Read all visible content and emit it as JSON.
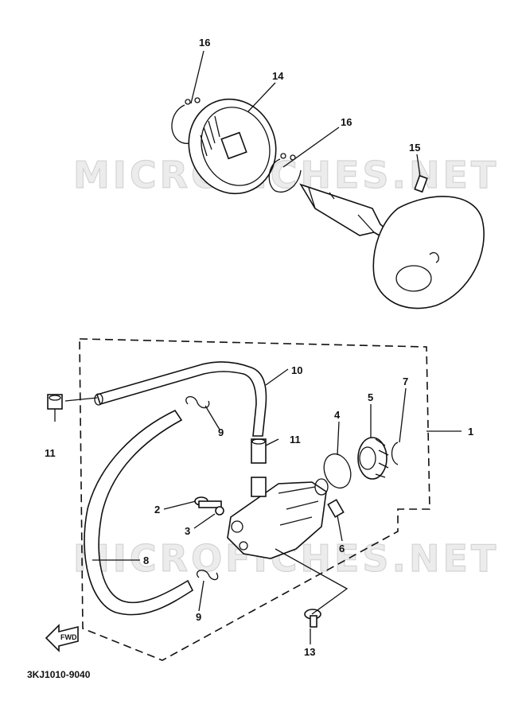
{
  "diagram": {
    "watermark_text": "MICROFICHES.NET",
    "drawing_code": "3KJ1010-9040",
    "fwd_label": "FWD",
    "callouts": {
      "c16a": "16",
      "c14": "14",
      "c16b": "16",
      "c15": "15",
      "c10": "10",
      "c11a": "11",
      "c9a": "9",
      "c11b": "11",
      "c4": "4",
      "c5": "5",
      "c7": "7",
      "c1": "1",
      "c2": "2",
      "c3": "3",
      "c6": "6",
      "c8": "8",
      "c9b": "9",
      "c13": "13"
    }
  }
}
